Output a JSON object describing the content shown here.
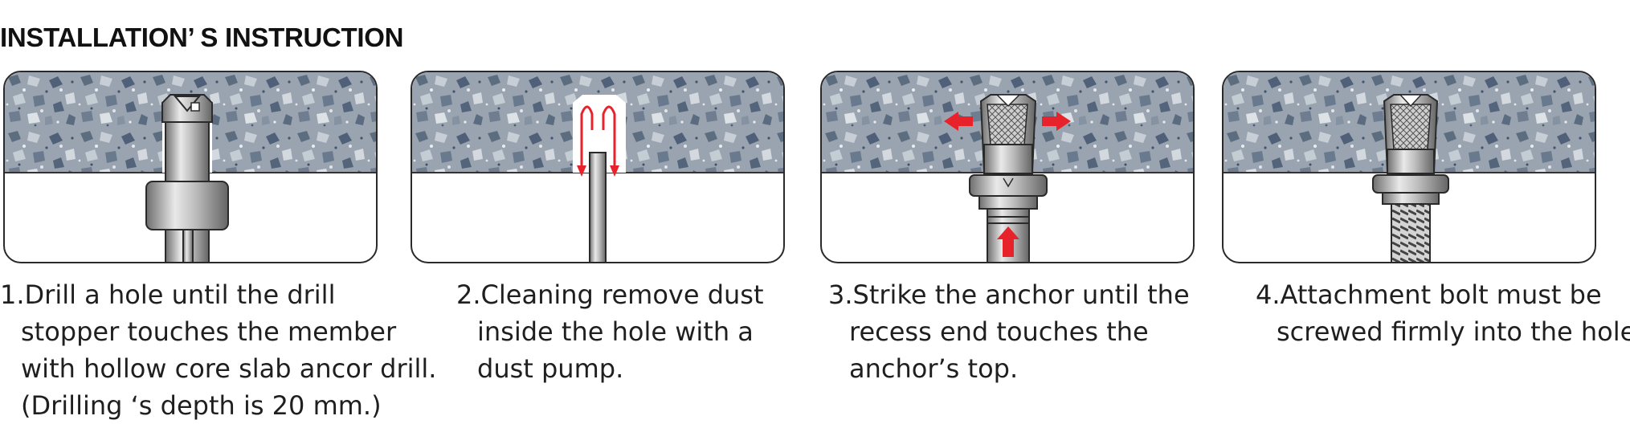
{
  "title": "INSTALLATION’ S INSTRUCTION",
  "colors": {
    "concrete": "#8e99a6",
    "arrow": "#e8222b",
    "metal": "#b8b8b8",
    "outline": "#2a2a2a"
  },
  "steps": [
    {
      "number": "1.",
      "lines": [
        "Drill a hole until the drill",
        "stopper touches the member",
        "with hollow core slab ancor drill.",
        "(Drilling ‘s depth is 20 mm.)"
      ]
    },
    {
      "number": "2.",
      "lines": [
        "Cleaning remove dust",
        "inside the hole with a",
        "dust pump."
      ]
    },
    {
      "number": "3.",
      "lines": [
        "Strike the anchor until the",
        "recess end touches the",
        "anchor’s top."
      ]
    },
    {
      "number": "4.",
      "lines": [
        "Attachment bolt must be",
        "screwed firmly into the hole."
      ]
    }
  ]
}
